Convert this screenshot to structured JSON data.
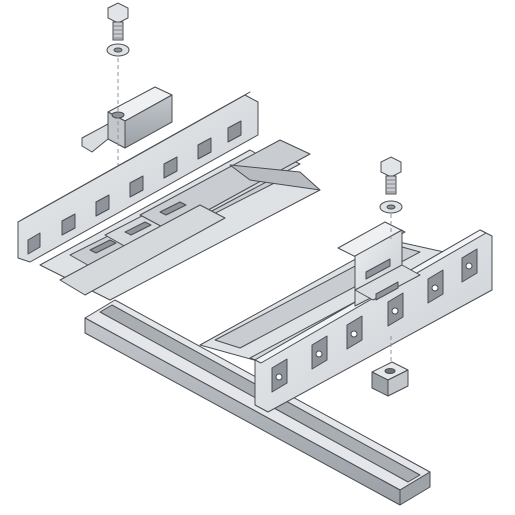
{
  "diagram": {
    "kind": "exploded-assembly-illustration",
    "colors": {
      "metal_light": "#e6e8ea",
      "metal_mid": "#c9ccd0",
      "metal_dark": "#9ea3a8",
      "outline": "#4a4d52",
      "slot_fill": "#8f949a"
    },
    "parts": [
      {
        "id": "bolt-top-left",
        "type": "hex-bolt"
      },
      {
        "id": "washer-top-left",
        "type": "washer"
      },
      {
        "id": "clamp-left",
        "type": "hold-down-clamp"
      },
      {
        "id": "tray-upper",
        "type": "cable-tray-section"
      },
      {
        "id": "bolt-right",
        "type": "hex-bolt"
      },
      {
        "id": "washer-right",
        "type": "washer"
      },
      {
        "id": "clamp-right",
        "type": "hold-down-clamp"
      },
      {
        "id": "tray-lower",
        "type": "cable-tray-section"
      },
      {
        "id": "channel-nut",
        "type": "channel-nut"
      },
      {
        "id": "support-channel",
        "type": "strut-channel"
      }
    ]
  }
}
